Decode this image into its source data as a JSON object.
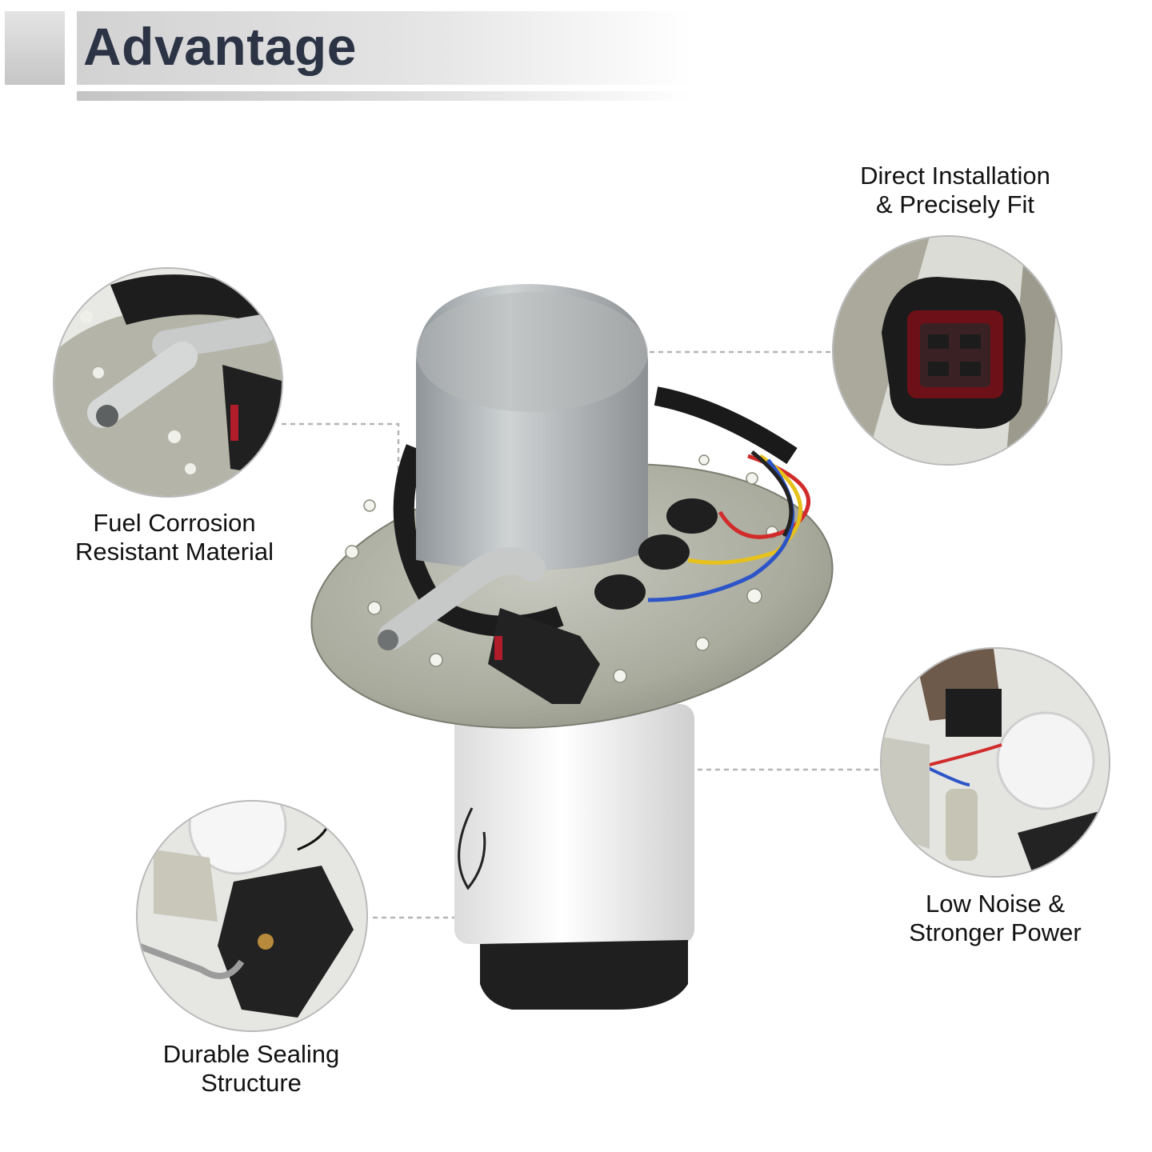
{
  "header": {
    "title": "Advantage"
  },
  "features": [
    {
      "line1": "Fuel Corrosion",
      "line2": "Resistant Material"
    },
    {
      "line1": "Direct Installation",
      "line2": "& Precisely Fit"
    },
    {
      "line1": "Low Noise &",
      "line2": "Stronger Power"
    },
    {
      "line1": "Durable Sealing",
      "line2": "Structure"
    }
  ],
  "colors": {
    "title": "#2b3345",
    "connector_line": "#b5b5b5",
    "circle_border": "#b9b9b9"
  }
}
